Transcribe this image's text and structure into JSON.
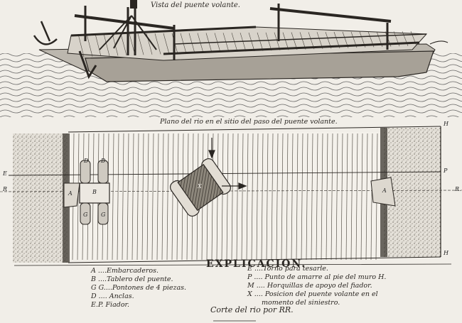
{
  "titles": {
    "top_view": "Vista del puente volante.",
    "plan_view": "Plano del rio en el sitio del paso del puente volante.",
    "explanation": "EXPLICACION.",
    "cut": "Corte del rio por RR."
  },
  "legend_left": [
    "A ....Embarcaderos.",
    "B ....Tablero del puente.",
    "G G....Pontones de 4 piezas.",
    "D .... Anclas.",
    "E.P. Fiador."
  ],
  "legend_right": [
    "E ....Torno para tesarle.",
    "P .... Punto de amarre al pie del muro H.",
    "M .... Horquillas de apoyo del fiador.",
    "X .... Posicion del puente volante en el",
    "momento del siniestro."
  ],
  "plan_labels": {
    "E": "E",
    "P": "P",
    "R_left": "R",
    "R_right": "R.",
    "H_top": "H",
    "H_bottom": "H",
    "A_left": "A",
    "A_right": "A",
    "B": "B",
    "X": "X",
    "D": "D",
    "G": "G"
  },
  "colors": {
    "ink": "#2a2622",
    "paper": "#f1eee8",
    "shade": "#555049"
  }
}
